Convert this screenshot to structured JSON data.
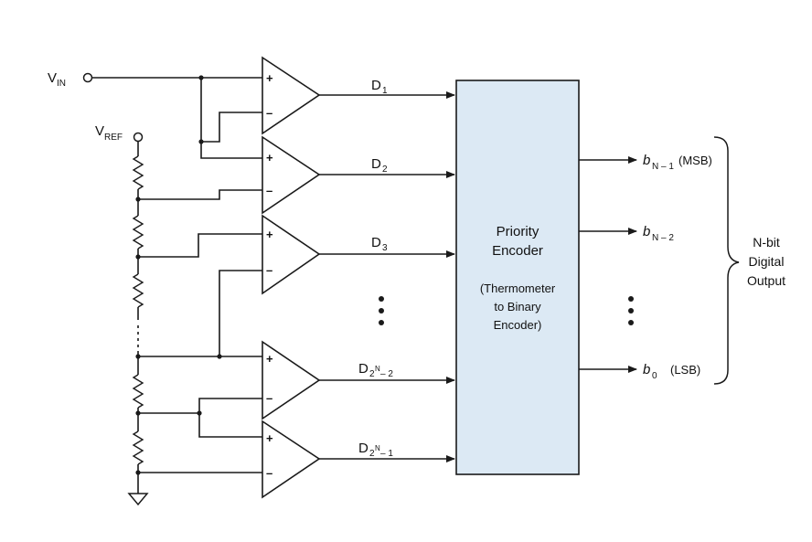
{
  "labels": {
    "vin": "V",
    "vin_sub": "IN",
    "vref": "V",
    "vref_sub": "REF",
    "plus": "+",
    "minus": "–",
    "d": "D",
    "d1_sub": "1",
    "d2_sub": "2",
    "d3_sub": "3",
    "d2n_sub": "2",
    "dn_sup": "N",
    "dn2_tail": " – 2",
    "dn1_tail": " – 1"
  },
  "encoder": {
    "line1": "Priority",
    "line2": "Encoder",
    "line3": "(Thermometer",
    "line4": "to Binary",
    "line5": "Encoder)",
    "fill": "#dce9f4"
  },
  "outputs": {
    "b": "b",
    "msb_sub": "N – 1",
    "msb_tag": "(MSB)",
    "n2_sub": "N – 2",
    "lsb_sub": "0",
    "lsb_tag": "(LSB)"
  },
  "brace": {
    "line1": "N-bit",
    "line2": "Digital",
    "line3": "Output"
  }
}
